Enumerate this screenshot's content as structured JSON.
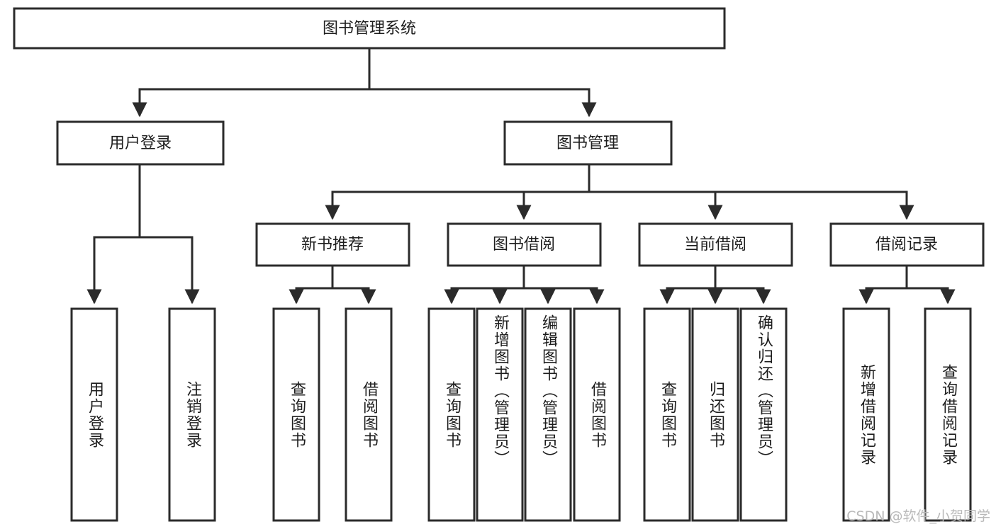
{
  "diagram": {
    "title": "图书管理系统",
    "watermark": "CSDN @软件_小贺同学",
    "colors": {
      "stroke": "#2b2b2b",
      "fill": "#ffffff",
      "text": "#1d1d1d",
      "watermark": "#b9b9b9",
      "background": "#ffffff"
    },
    "root": {
      "label": "图书管理系统",
      "orientation": "horizontal"
    },
    "level2": [
      {
        "id": "user-login",
        "label": "用户登录",
        "orientation": "horizontal"
      },
      {
        "id": "book-manage",
        "label": "图书管理",
        "orientation": "horizontal"
      }
    ],
    "level3": [
      {
        "id": "new-book-recommend",
        "label": "新书推荐",
        "orientation": "horizontal",
        "parent": "book-manage"
      },
      {
        "id": "book-borrow",
        "label": "图书借阅",
        "orientation": "horizontal",
        "parent": "book-manage"
      },
      {
        "id": "current-borrow",
        "label": "当前借阅",
        "orientation": "horizontal",
        "parent": "book-manage"
      },
      {
        "id": "borrow-record",
        "label": "借阅记录",
        "orientation": "horizontal",
        "parent": "book-manage"
      }
    ],
    "leaves": [
      {
        "id": "leaf-user-login",
        "label": "用户登录",
        "orientation": "vertical",
        "parent": "user-login"
      },
      {
        "id": "leaf-user-logout",
        "label": "注销登录",
        "orientation": "vertical",
        "parent": "user-login"
      },
      {
        "id": "leaf-query-book-1",
        "label": "查询图书",
        "orientation": "vertical",
        "parent": "new-book-recommend"
      },
      {
        "id": "leaf-borrow-book-1",
        "label": "借阅图书",
        "orientation": "vertical",
        "parent": "new-book-recommend"
      },
      {
        "id": "leaf-query-book-2",
        "label": "查询图书",
        "orientation": "vertical",
        "parent": "book-borrow"
      },
      {
        "id": "leaf-add-book",
        "label": "新增图书（管理员）",
        "orientation": "vertical",
        "parent": "book-borrow"
      },
      {
        "id": "leaf-edit-book",
        "label": "编辑图书（管理员）",
        "orientation": "vertical",
        "parent": "book-borrow"
      },
      {
        "id": "leaf-borrow-book-2",
        "label": "借阅图书",
        "orientation": "vertical",
        "parent": "book-borrow"
      },
      {
        "id": "leaf-query-book-3",
        "label": "查询图书",
        "orientation": "vertical",
        "parent": "current-borrow"
      },
      {
        "id": "leaf-return-book",
        "label": "归还图书",
        "orientation": "vertical",
        "parent": "current-borrow"
      },
      {
        "id": "leaf-confirm-return",
        "label": "确认归还（管理员）",
        "orientation": "vertical",
        "parent": "current-borrow"
      },
      {
        "id": "leaf-add-record",
        "label": "新增借阅记录",
        "orientation": "vertical",
        "parent": "borrow-record"
      },
      {
        "id": "leaf-query-record",
        "label": "查询借阅记录",
        "orientation": "vertical",
        "parent": "borrow-record"
      }
    ]
  }
}
